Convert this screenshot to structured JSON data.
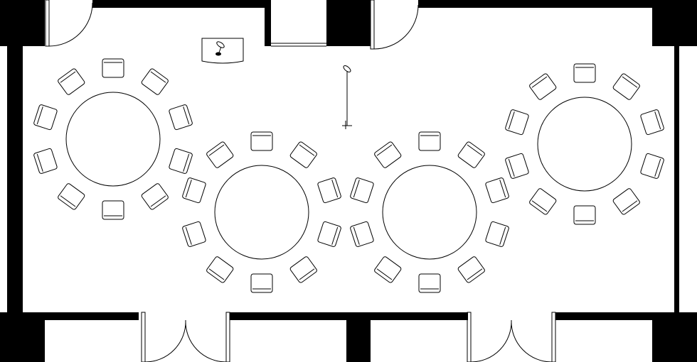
{
  "colors": {
    "wall": "#000000",
    "line": "#000000",
    "background": "#ffffff"
  },
  "tables": [
    {
      "id": "table-1",
      "seats": 10
    },
    {
      "id": "table-2",
      "seats": 10
    },
    {
      "id": "table-3",
      "seats": 10
    },
    {
      "id": "table-4",
      "seats": 10
    }
  ],
  "fixtures": [
    {
      "icon": "lectern-microphone-icon"
    },
    {
      "icon": "standing-microphone-icon"
    }
  ]
}
